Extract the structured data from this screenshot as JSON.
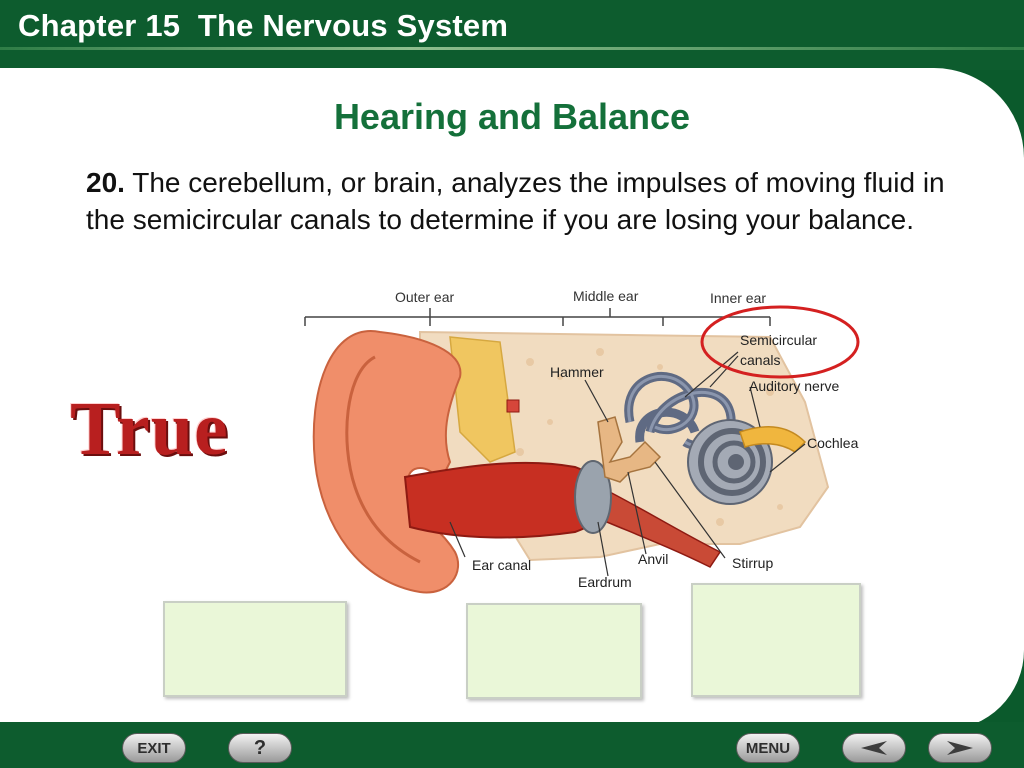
{
  "header": {
    "title": "Chapter 15  The Nervous System"
  },
  "slide": {
    "title": "Hearing and Balance",
    "question_number": "20.",
    "question_text": " The cerebellum, or brain, analyzes the impulses of moving fluid in the semicircular canals to determine if you are losing your balance.",
    "answer": "True"
  },
  "diagram": {
    "region_labels": {
      "outer": "Outer ear",
      "middle": "Middle ear",
      "inner": "Inner ear"
    },
    "part_labels": {
      "semicircular_1": "Semicircular",
      "semicircular_2": "canals",
      "hammer": "Hammer",
      "auditory_nerve": "Auditory nerve",
      "cochlea": "Cochlea",
      "ear_canal": "Ear canal",
      "anvil": "Anvil",
      "stirrup": "Stirrup",
      "eardrum": "Eardrum"
    },
    "highlight_color": "#d42020"
  },
  "nav": {
    "exit": "EXIT",
    "help": "?",
    "menu": "MENU"
  },
  "colors": {
    "brand_green": "#0d5c2e",
    "title_green": "#14703a",
    "answer_red": "#b81f1f",
    "box_fill": "#eaf7d8"
  }
}
